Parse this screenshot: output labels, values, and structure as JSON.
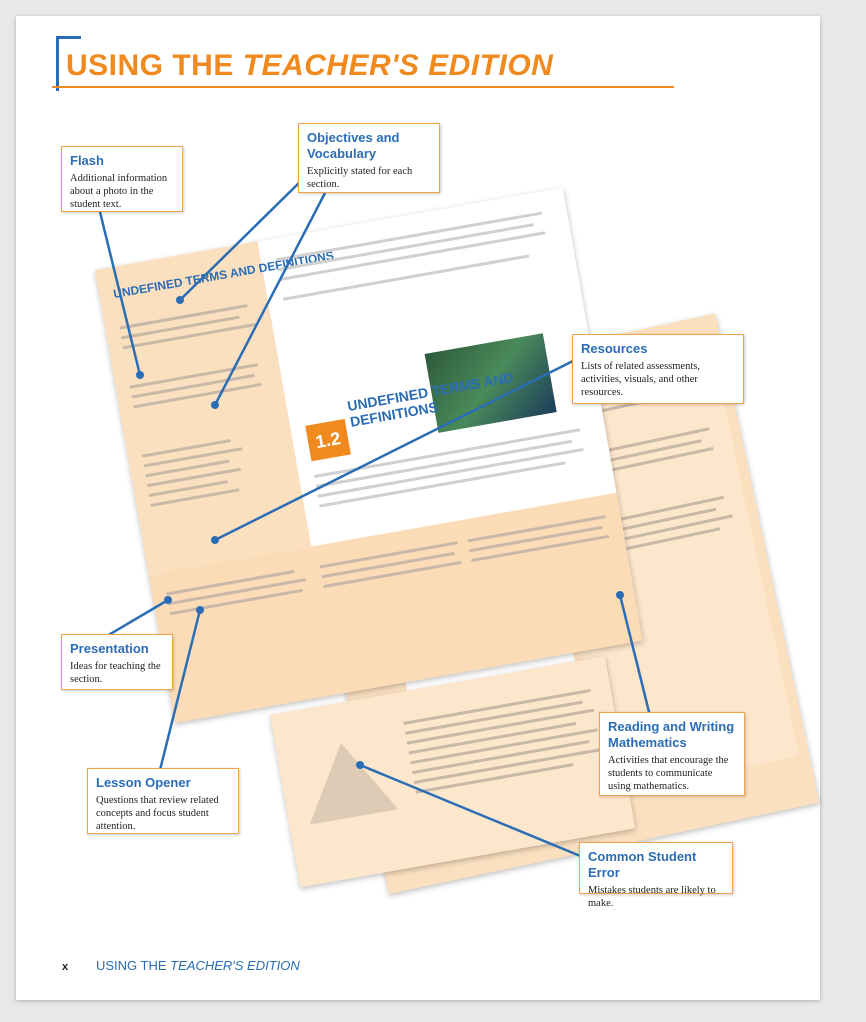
{
  "page": {
    "title_prefix": "USING THE ",
    "title_emph": "TEACHER'S EDITION",
    "footer_page": "x",
    "footer_prefix": "USING THE ",
    "footer_emph": "TEACHER'S EDITION"
  },
  "callouts": {
    "flash": {
      "heading": "Flash",
      "body": "Additional information about a photo in the student text."
    },
    "objectives": {
      "heading": "Objectives and Vocabulary",
      "body": "Explicitly stated for each section."
    },
    "resources": {
      "heading": "Resources",
      "body": "Lists of related assessments, activities, visuals, and other resources."
    },
    "presentation": {
      "heading": "Presentation",
      "body": "Ideas for teaching the section."
    },
    "reading_writing": {
      "heading": "Reading and Writing Mathematics",
      "body": "Activities that encourage the students to communicate using mathematics."
    },
    "lesson_opener": {
      "heading": "Lesson Opener",
      "body": "Questions that review related concepts and focus student attention."
    },
    "common_error": {
      "heading": "Common Student Error",
      "body": "Mistakes students are likely to make."
    }
  },
  "colors": {
    "accent_orange": "#f08a1e",
    "accent_blue": "#2a6db5",
    "page_tan": "#fbe0c0"
  },
  "book_spread": {
    "section_number": "1.2",
    "section_title": "UNDEFINED TERMS AND DEFINITIONS"
  }
}
